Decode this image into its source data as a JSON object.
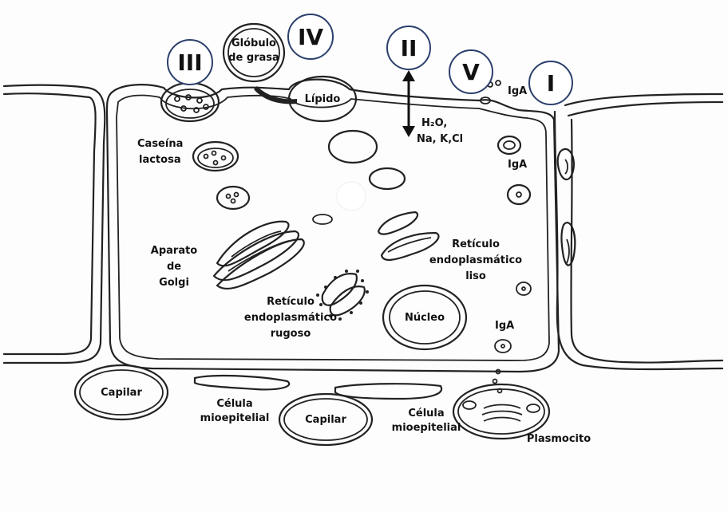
{
  "markers": [
    "III",
    "IV",
    "II",
    "V",
    "I"
  ],
  "labels": {
    "globulo_1": "Glóbulo",
    "globulo_2": "de grasa",
    "lipido": "Lípido",
    "h2o_1": "H₂O,",
    "h2o_2": "Na, K,Cl",
    "iga_top": "IgA",
    "iga_right": "IgA",
    "iga_bottom": "IgA",
    "caseina_1": "Caseína",
    "caseina_2": "lactosa",
    "golgi_1": "Aparato",
    "golgi_2": "de",
    "golgi_3": "Golgi",
    "rel_1": "Retículo",
    "rel_2": "endoplasmático",
    "rel_3": "liso",
    "rer_1": "Retículo",
    "rer_2": "endoplasmático",
    "rer_3": "rugoso",
    "nucleo": "Núcleo",
    "capilar_left": "Capilar",
    "capilar_center": "Capilar",
    "mio_left_1": "Célula",
    "mio_left_2": "mioepitelial",
    "mio_right_1": "Célula",
    "mio_right_2": "mioepitelial",
    "plasmocito": "Plasmocito"
  }
}
